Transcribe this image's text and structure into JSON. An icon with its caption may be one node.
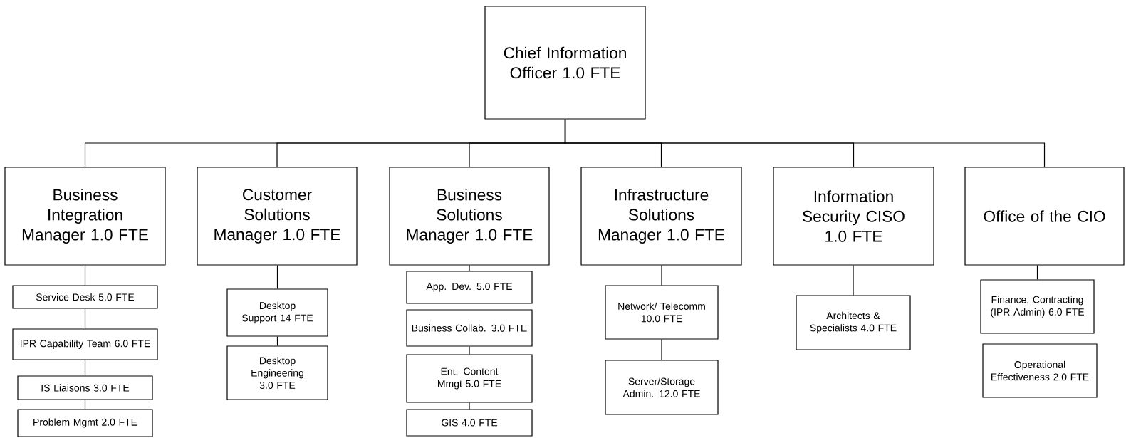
{
  "diagram": {
    "nodes": [
      {
        "text": [
          "Chief Information Officer 1.0 FTE"
        ]
      },
      {
        "text": [
          "Business Integration Manager 1.0 FTE"
        ]
      },
      {
        "text": [
          "Customer Solutions Manager 1.0 FTE"
        ]
      },
      {
        "text": [
          "Business Solutions Manager 1.0 FTE"
        ]
      },
      {
        "text": [
          "Infrastructure Solutions Manager 1.0 FTE"
        ]
      },
      {
        "text": [
          "Information Security CISO 1.0 FTE"
        ]
      },
      {
        "text": [
          "Office of the CIO"
        ]
      },
      {
        "text": [
          "Service Desk 5.0 FTE"
        ]
      },
      {
        "text": [
          "IPR Capability Team 6.0 FTE"
        ]
      },
      {
        "text": [
          "IS Liaisons 3.0 FTE"
        ]
      },
      {
        "text": [
          "Problem Mgmt 2.0 FTE"
        ]
      },
      {
        "text": [
          "Desktop Support 14 FTE"
        ]
      },
      {
        "text": [
          "Desktop Engineering 3.0 FTE"
        ]
      },
      {
        "text": [
          "App. Dev. 5.0 FTE"
        ]
      },
      {
        "text": [
          "Business Collab. 3.0 FTE"
        ]
      },
      {
        "text": [
          "Ent. Content Mmgt 5.0 FTE"
        ]
      },
      {
        "text": [
          "GIS 4.0 FTE"
        ]
      },
      {
        "text": [
          "Network/ Telecomm 10.0 FTE"
        ]
      },
      {
        "text": [
          "Server/Storage Admin. 12.0 FTE"
        ]
      },
      {
        "text": [
          "Architects & Specialists 4.0 FTE"
        ]
      },
      {
        "text": [
          "Finance, Contracting (IPR Admin) 6.0 FTE"
        ]
      },
      {
        "text": [
          "Operational Effectiveness 2.0 FTE"
        ]
      }
    ],
    "edges": [
      {
        "from": 0,
        "to": 1,
        "arrow": "none"
      },
      {
        "from": 0,
        "to": 2,
        "arrow": "none"
      },
      {
        "from": 0,
        "to": 3,
        "arrow": "none"
      },
      {
        "from": 0,
        "to": 4,
        "arrow": "none"
      },
      {
        "from": 0,
        "to": 5,
        "arrow": "none"
      },
      {
        "from": 0,
        "to": 6,
        "arrow": "none"
      },
      {
        "from": 1,
        "to": 7,
        "arrow": "none"
      },
      {
        "from": 7,
        "to": 8,
        "arrow": "none"
      },
      {
        "from": 8,
        "to": 9,
        "arrow": "none"
      },
      {
        "from": 9,
        "to": 10,
        "arrow": "none"
      },
      {
        "from": 2,
        "to": 11,
        "arrow": "none"
      },
      {
        "from": 11,
        "to": 12,
        "arrow": "none"
      },
      {
        "from": 3,
        "to": 13,
        "arrow": "none"
      },
      {
        "from": 14,
        "to": 15,
        "arrow": "none"
      },
      {
        "from": 15,
        "to": 16,
        "arrow": "none"
      },
      {
        "from": 4,
        "to": 17,
        "arrow": "none"
      },
      {
        "from": 17,
        "to": 18,
        "arrow": "none"
      },
      {
        "from": 5,
        "to": 19,
        "arrow": "none"
      },
      {
        "from": 6,
        "to": 20,
        "arrow": "none"
      }
    ]
  }
}
